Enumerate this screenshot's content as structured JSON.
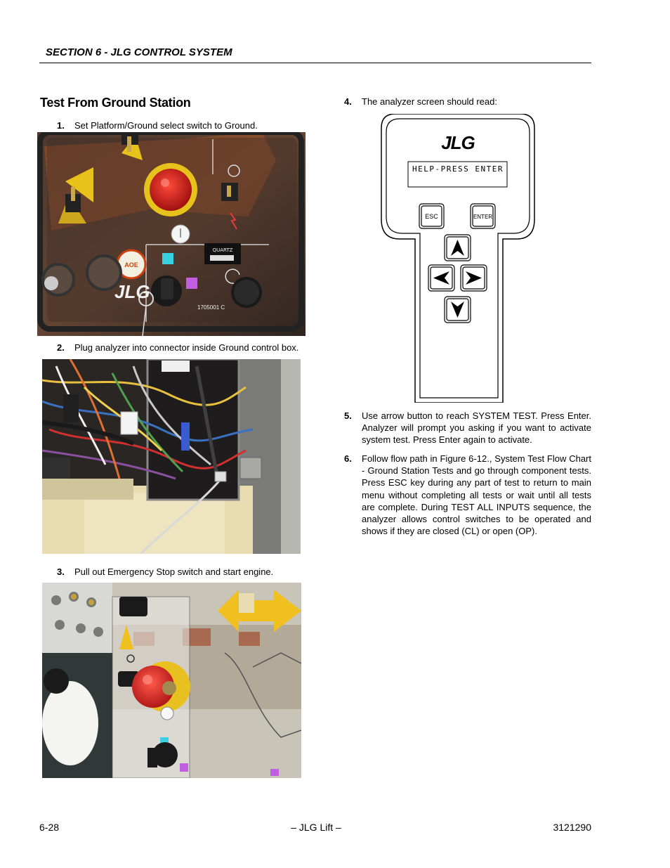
{
  "header": {
    "section": "SECTION 6 - JLG CONTROL SYSTEM"
  },
  "heading": "Test From Ground Station",
  "steps": [
    {
      "num": "1.",
      "text": "Set Platform/Ground select switch to Ground."
    },
    {
      "num": "2.",
      "text": "Plug analyzer into connector inside Ground control box."
    },
    {
      "num": "3.",
      "text": "Pull out Emergency Stop switch and start engine."
    },
    {
      "num": "4.",
      "text": "The analyzer screen should read:"
    },
    {
      "num": "5.",
      "text": "Use arrow button to reach SYSTEM TEST. Press Enter. Analyzer will prompt you asking if you want to activate system test. Press Enter again to activate."
    },
    {
      "num": "6.",
      "text": "Follow flow path in Figure 6-12., System Test Flow Chart - Ground Station Tests and go through component tests. Press ESC key during any part of test to return to main menu without completing all tests or wait until all tests are complete. During TEST ALL INPUTS sequence, the analyzer allows control switches to be operated and shows if they are closed (CL) or open (OP)."
    }
  ],
  "photo1": {
    "logo": "JLG",
    "part_number": "1705001 C",
    "hourmeter": "QUARTZ",
    "aoe": "AOE"
  },
  "analyzer": {
    "logo": "JLG",
    "screen_text": "HELP-PRESS ENTER",
    "esc_label": "ESC",
    "enter_label": "ENTER"
  },
  "footer": {
    "page": "6-28",
    "center": "– JLG Lift –",
    "doc_number": "3121290"
  }
}
